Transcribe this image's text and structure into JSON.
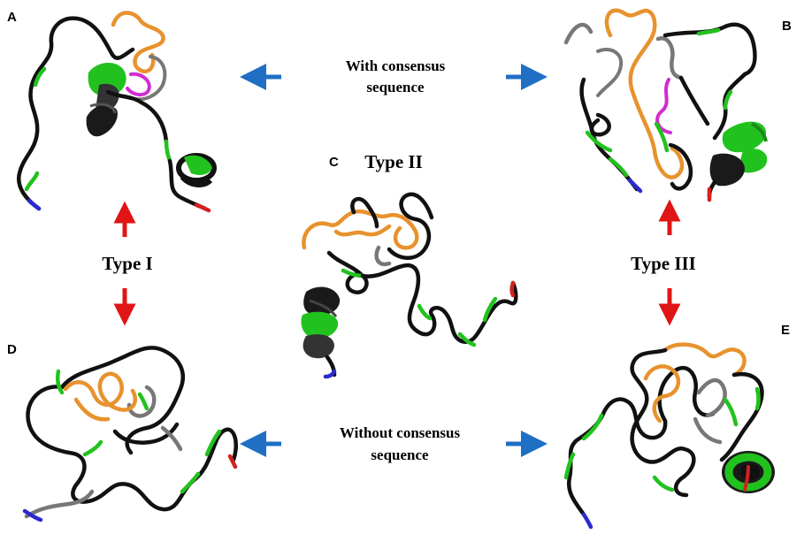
{
  "labels": {
    "panel_a": "A",
    "panel_b": "B",
    "panel_c": "C",
    "panel_d": "D",
    "panel_e": "E"
  },
  "captions": {
    "with_line1": "With consensus",
    "with_line2": "sequence",
    "without_line1": "Without consensus",
    "without_line2": "sequence",
    "type_i": "Type I",
    "type_ii": "Type II",
    "type_iii": "Type III"
  },
  "colors": {
    "coil": "#111111",
    "coil_gray": "#777777",
    "loop_orange": "#e8922e",
    "segment_green": "#22c21e",
    "motif_magenta": "#d12bd1",
    "n_terminus_blue": "#2a2ad0",
    "c_terminus_red": "#d42020",
    "arrow_blue": "#1f6fc4",
    "arrow_red": "#e01515"
  }
}
